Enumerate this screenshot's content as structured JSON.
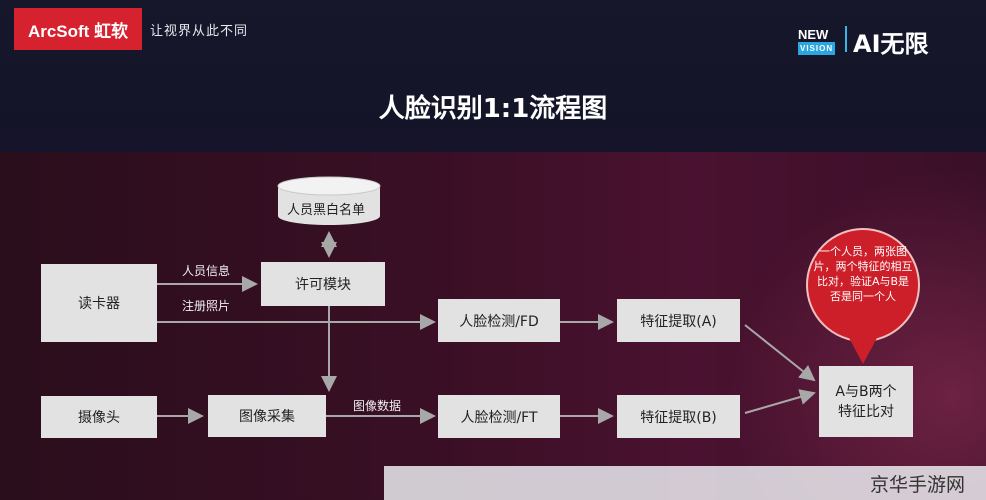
{
  "header": {
    "brand": "ArcSoft 虹软",
    "slogan": "让视界从此不同",
    "new_vision_top": "NEW",
    "new_vision_bottom": "VISION",
    "ai_tagline": "AI无限"
  },
  "diagram": {
    "title": "人脸识别1:1流程图",
    "nodes": {
      "db": "人员黑白名单",
      "card_reader": "读卡器",
      "license": "许可模块",
      "fd": "人脸检测/FD",
      "feat_a": "特征提取(A)",
      "camera": "摄像头",
      "capture": "图像采集",
      "ft": "人脸检测/FT",
      "feat_b": "特征提取(B)",
      "compare": "A与B两个特征比对"
    },
    "edge_labels": {
      "person_info": "人员信息",
      "reg_photo": "注册照片",
      "image_data": "图像数据"
    },
    "note": "一个人员，两张图片，两个特征的相互比对，验证A与B是否是同一个人"
  },
  "watermark": "京华手游网",
  "colors": {
    "brand_red": "#d6212f",
    "bubble_red": "#cc1f2a",
    "box_gray": "#e2e2e2"
  }
}
